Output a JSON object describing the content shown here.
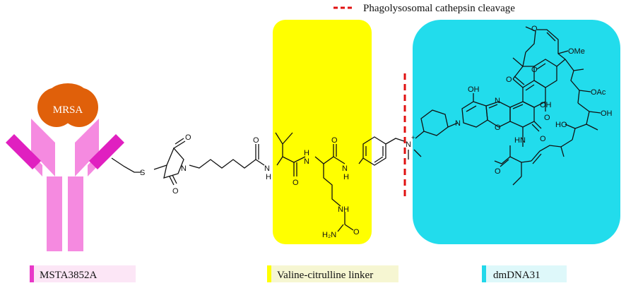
{
  "annotation": {
    "cleavage_label": "Phagolysosomal cathepsin cleavage"
  },
  "antigen": {
    "label": "MRSA"
  },
  "atoms": {
    "S": "S",
    "N": "N",
    "O": "O",
    "NH": "NH",
    "HN": "HN",
    "H": "H",
    "H2N": "H₂N",
    "N_plus": "N",
    "plus": "+",
    "OH": "OH",
    "HO": "HO",
    "OMe": "OMe",
    "OAc": "OAc"
  },
  "legend": {
    "antibody": {
      "label": "MSTA3852A",
      "color": "#e838c8"
    },
    "linker": {
      "label": "Valine-citrulline linker",
      "color": "#ffff00"
    },
    "payload": {
      "label": "dmDNA31",
      "color": "#22d8ea"
    }
  },
  "colors": {
    "antibody_arm": "#f58ae0",
    "antibody_tip": "#e020c0",
    "antigen": "#e0600a",
    "linker_box": "#ffff00",
    "payload_box": "#22dcec",
    "cleavage_line": "#e01010"
  }
}
